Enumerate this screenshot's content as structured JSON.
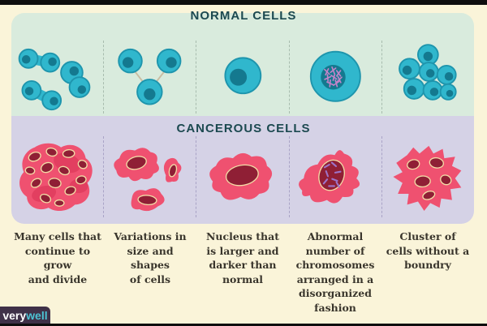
{
  "sections": {
    "normal": {
      "title": "NORMAL CELLS"
    },
    "cancerous": {
      "title": "CANCEROUS CELLS"
    }
  },
  "captions": [
    "Many cells that\ncontinue to grow\nand divide",
    "Variations in\nsize and shapes\nof cells",
    "Nucleus that\nis larger and\ndarker than\nnormal",
    "Abnormal\nnumber of\nchromosomes\narranged in a\ndisorganized\nfashion",
    "Cluster of\ncells without a\nboundry"
  ],
  "illustrations": {
    "normal": [
      "dividing-cell-pairs",
      "three-connected-round-cells",
      "single-round-cell",
      "cell-with-organized-chromosomes",
      "bounded-cell-cluster"
    ],
    "cancer": [
      "large-irregular-cell-mass",
      "cells-of-varied-size-and-shape",
      "cell-with-large-dark-nucleus",
      "cell-with-disorganized-chromosomes",
      "spiky-unbounded-cell-cluster"
    ]
  },
  "footer": {
    "very": "very",
    "well": "well"
  },
  "colors": {
    "page-bg": "#faf4d9",
    "normal-band-bg": "#d9ebdd",
    "cancer-band-bg": "#d5d2e6",
    "heading": "#1c4950",
    "normal-cell-body": "#30b7cd",
    "normal-cell-outline": "#1e95ad",
    "normal-cell-nucleus": "#14798f",
    "cancer-cell-body": "#ef5170",
    "cancer-cell-dark": "#e23f60",
    "cancer-cell-nucleus": "#8f1f35",
    "nucleus-outline": "#f2dca6",
    "chromosome-purple": "#9d74c9",
    "caption-text": "#39352c",
    "logo-bg": "#3f3148",
    "logo-very": "#ffffff",
    "logo-well": "#4cc3d4"
  }
}
